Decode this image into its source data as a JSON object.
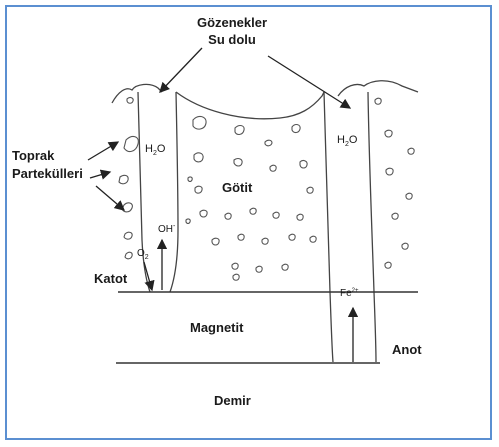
{
  "labels": {
    "pores_line1": "Gözenekler",
    "pores_line2": "Su dolu",
    "soil_line1": "Toprak",
    "soil_line2": "Partekülleri",
    "goethite": "Götit",
    "cathode": "Katot",
    "magnetite": "Magnetit",
    "anode": "Anot",
    "iron": "Demir"
  },
  "chemicals": {
    "h2o_left_base": "H",
    "h2o_left_sub": "2",
    "h2o_left_end": "O",
    "h2o_right_base": "H",
    "h2o_right_sub": "2",
    "h2o_right_end": "O",
    "oh_base": "OH",
    "oh_sup": "-",
    "o2_base": "O",
    "o2_sub": "2",
    "fe_base": "Fe",
    "fe_sup": "2+"
  },
  "colors": {
    "border": "#5b8fd1",
    "ink": "#1a1a1a",
    "line": "#333333"
  }
}
